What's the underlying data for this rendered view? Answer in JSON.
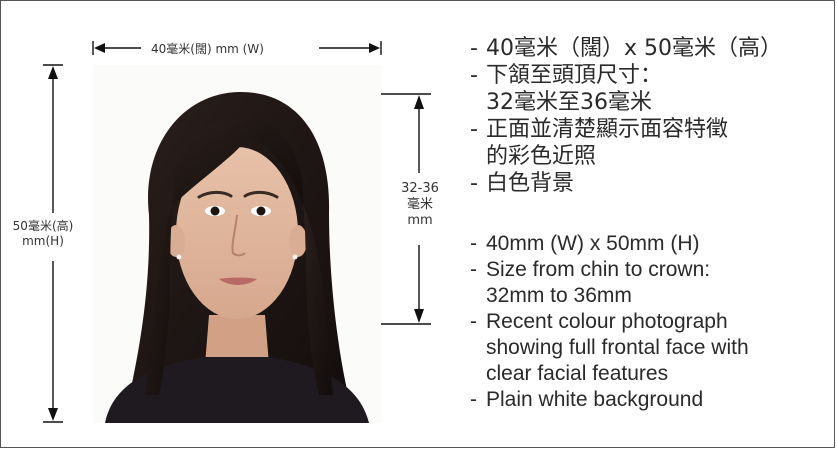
{
  "diagram": {
    "width_label": "40毫米(闊) mm (W)",
    "height_label_line1": "50毫米(高)",
    "height_label_line2": "mm(H)",
    "chin_label_line1": "32-36",
    "chin_label_line2": "毫米",
    "chin_label_line3": "mm",
    "line_color": "#111111"
  },
  "requirements_zh": [
    {
      "line1": "40毫米（闊）x 50毫米（高）",
      "line2": ""
    },
    {
      "line1": "下頷至頭頂尺寸：",
      "line2": "32毫米至36毫米"
    },
    {
      "line1": "正面並清楚顯示面容特徵",
      "line2": "的彩色近照"
    },
    {
      "line1": "白色背景",
      "line2": ""
    }
  ],
  "requirements_en": [
    {
      "line1": "40mm (W) x 50mm (H)",
      "line2": "",
      "line3": ""
    },
    {
      "line1": "Size from chin to crown:",
      "line2": "32mm to 36mm",
      "line3": ""
    },
    {
      "line1": "Recent colour photograph",
      "line2": "showing full frontal face with",
      "line3": "clear facial features"
    },
    {
      "line1": "Plain white background",
      "line2": "",
      "line3": ""
    }
  ],
  "bullet": "-"
}
